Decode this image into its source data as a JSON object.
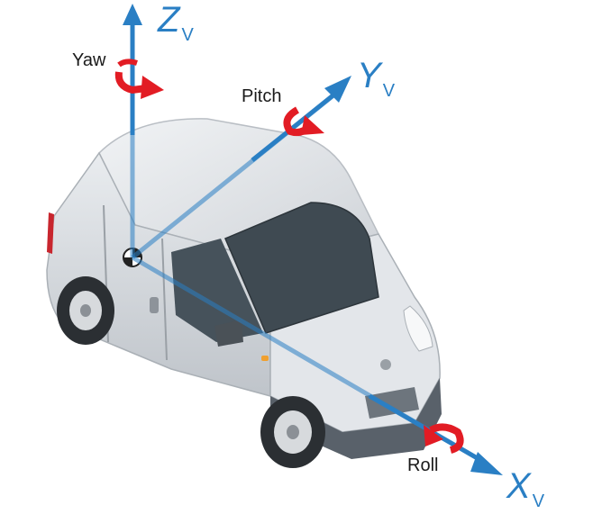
{
  "axes": {
    "z": {
      "name": "Z",
      "sub": "V",
      "rotation": "Yaw"
    },
    "y": {
      "name": "Y",
      "sub": "V",
      "rotation": "Pitch"
    },
    "x": {
      "name": "X",
      "sub": "V",
      "rotation": "Roll"
    }
  },
  "colors": {
    "axis_blue": "#2a7fc4",
    "rotation_red": "#e21c24",
    "van_body": "#e6e9ec",
    "van_shadow": "#c9cdd2",
    "glass": "#3f4a52",
    "tyre": "#2b2f33"
  },
  "icons": [
    "van-illustration",
    "yaw-rotation-arrow-icon",
    "pitch-rotation-arrow-icon",
    "roll-rotation-arrow-icon"
  ]
}
